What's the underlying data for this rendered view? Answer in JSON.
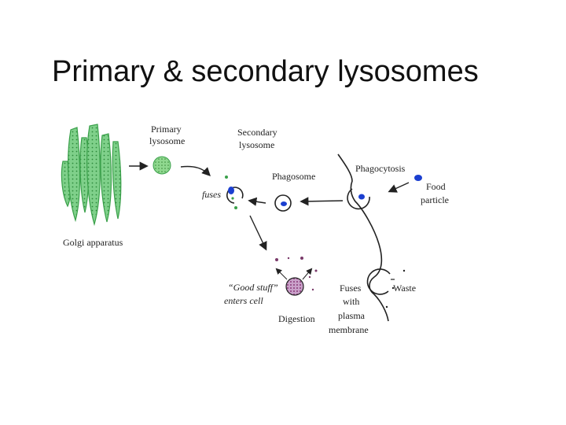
{
  "slide": {
    "title": "Primary & secondary lysosomes"
  },
  "diagram": {
    "labels": {
      "primary_line1": "Primary",
      "primary_line2": "lysosome",
      "secondary_line1": "Secondary",
      "secondary_line2": "lysosome",
      "golgi": "Golgi apparatus",
      "fuses": "fuses",
      "phagosome": "Phagosome",
      "phagocytosis": "Phagocytosis",
      "food_line1": "Food",
      "food_line2": "particle",
      "good_stuff_line1": "“Good stuff”",
      "good_stuff_line2": "enters cell",
      "digestion": "Digestion",
      "fuses_pm_line1": "Fuses",
      "fuses_pm_line2": "with",
      "fuses_pm_line3": "plasma",
      "fuses_pm_line4": "membrane",
      "waste": "Waste"
    },
    "colors": {
      "golgi_fill": "#7fd08a",
      "golgi_stroke": "#3aa04a",
      "lysosome_fill": "#8fd88f",
      "food_particle": "#1b3fd0",
      "digestion_fill": "#c9a0c9",
      "nutrient_dot": "#7a3a6a",
      "outline": "#222222"
    }
  }
}
